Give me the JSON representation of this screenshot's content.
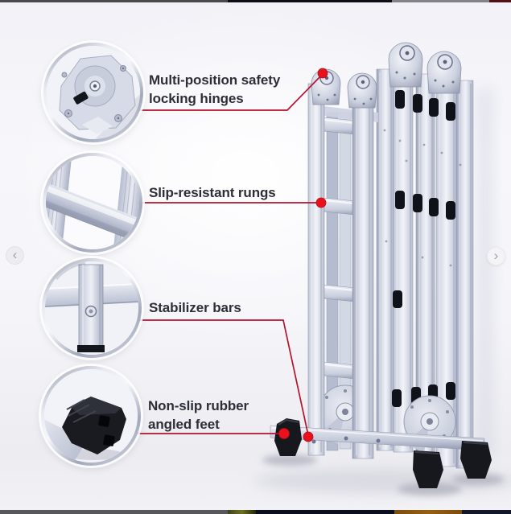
{
  "carousel": {
    "prev_icon": "‹",
    "next_icon": "›"
  },
  "colors": {
    "annotation_dot": "#e8111c",
    "annotation_line": "#b5122d",
    "label_text": "#2e2e38",
    "aluminum": "#c9cedd"
  },
  "callouts": [
    {
      "icon": "hinge-closeup-icon",
      "label_lines": [
        "Multi-position safety",
        "locking hinges"
      ]
    },
    {
      "icon": "rung-closeup-icon",
      "label_lines": [
        "Slip-resistant rungs",
        ""
      ]
    },
    {
      "icon": "stabilizer-closeup-icon",
      "label_lines": [
        "Stabilizer bars",
        ""
      ]
    },
    {
      "icon": "rubber-foot-closeup-icon",
      "label_lines": [
        "Non-slip rubber",
        "angled feet"
      ]
    }
  ]
}
